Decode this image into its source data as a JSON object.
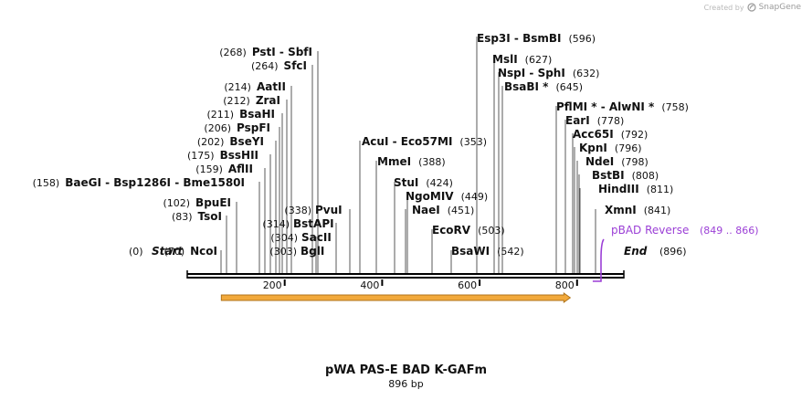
{
  "credit": {
    "prefix": "Created by",
    "brand": "SnapGene"
  },
  "map": {
    "title": "pWA PAS-E BAD K-GAFm",
    "length_label": "896 bp",
    "length": 896,
    "start_label": "Start",
    "start_pos": "(0)",
    "end_label": "End",
    "end_pos": "(896)",
    "ticks": [
      "200",
      "400",
      "600",
      "800"
    ],
    "tick_values": [
      200,
      400,
      600,
      800
    ],
    "feature_arrow": {
      "start": 70,
      "end": 786,
      "color": "#f2a93b",
      "direction": "forward"
    },
    "primer": {
      "name": "pBAD Reverse",
      "range": "(849 .. 866)",
      "start": 849,
      "end": 866,
      "color": "#9b3fd6"
    }
  },
  "sites": [
    {
      "name": "NcoI",
      "pos": 70,
      "pos_label": "(70)",
      "side": "left"
    },
    {
      "name": "TsoI",
      "pos": 83,
      "pos_label": "(83)",
      "side": "left"
    },
    {
      "name": "BpuEI",
      "pos": 102,
      "pos_label": "(102)",
      "side": "left"
    },
    {
      "name": "BaeGI  -  Bsp1286I  -  Bme1580I",
      "pos": 158,
      "pos_label": "(158)",
      "side": "left"
    },
    {
      "name": "AflII",
      "pos": 159,
      "pos_label": "(159)",
      "side": "left"
    },
    {
      "name": "BssHII",
      "pos": 175,
      "pos_label": "(175)",
      "side": "left"
    },
    {
      "name": "BseYI",
      "pos": 202,
      "pos_label": "(202)",
      "side": "left"
    },
    {
      "name": "PspFI",
      "pos": 206,
      "pos_label": "(206)",
      "side": "left"
    },
    {
      "name": "BsaHI",
      "pos": 211,
      "pos_label": "(211)",
      "side": "left"
    },
    {
      "name": "ZraI",
      "pos": 212,
      "pos_label": "(212)",
      "side": "left"
    },
    {
      "name": "AatII",
      "pos": 214,
      "pos_label": "(214)",
      "side": "left"
    },
    {
      "name": "SfcI",
      "pos": 264,
      "pos_label": "(264)",
      "side": "left"
    },
    {
      "name": "PstI  -  SbfI",
      "pos": 268,
      "pos_label": "(268)",
      "side": "left"
    },
    {
      "name": "BglI",
      "pos": 303,
      "pos_label": "(303)",
      "side": "left"
    },
    {
      "name": "SacII",
      "pos": 304,
      "pos_label": "(304)",
      "side": "left"
    },
    {
      "name": "BstAPI",
      "pos": 314,
      "pos_label": "(314)",
      "side": "left"
    },
    {
      "name": "PvuI",
      "pos": 338,
      "pos_label": "(338)",
      "side": "left"
    },
    {
      "name": "AcuI  -  Eco57MI",
      "pos": 353,
      "pos_label": "(353)",
      "side": "right"
    },
    {
      "name": "MmeI",
      "pos": 388,
      "pos_label": "(388)",
      "side": "right"
    },
    {
      "name": "StuI",
      "pos": 424,
      "pos_label": "(424)",
      "side": "right"
    },
    {
      "name": "NgoMIV",
      "pos": 449,
      "pos_label": "(449)",
      "side": "right"
    },
    {
      "name": "NaeI",
      "pos": 451,
      "pos_label": "(451)",
      "side": "right"
    },
    {
      "name": "EcoRV",
      "pos": 503,
      "pos_label": "(503)",
      "side": "right"
    },
    {
      "name": "BsaWI",
      "pos": 542,
      "pos_label": "(542)",
      "side": "right"
    },
    {
      "name": "Esp3I  -  BsmBI",
      "pos": 596,
      "pos_label": "(596)",
      "side": "right"
    },
    {
      "name": "MslI",
      "pos": 627,
      "pos_label": "(627)",
      "side": "right"
    },
    {
      "name": "NspI  -  SphI",
      "pos": 632,
      "pos_label": "(632)",
      "side": "right"
    },
    {
      "name": "BsaBI *",
      "pos": 645,
      "pos_label": "(645)",
      "side": "right"
    },
    {
      "name": "PflMI *  -  AlwNI *",
      "pos": 758,
      "pos_label": "(758)",
      "side": "right"
    },
    {
      "name": "EarI",
      "pos": 778,
      "pos_label": "(778)",
      "side": "right"
    },
    {
      "name": "Acc65I",
      "pos": 792,
      "pos_label": "(792)",
      "side": "right"
    },
    {
      "name": "KpnI",
      "pos": 796,
      "pos_label": "(796)",
      "side": "right"
    },
    {
      "name": "NdeI",
      "pos": 798,
      "pos_label": "(798)",
      "side": "right"
    },
    {
      "name": "BstBI",
      "pos": 808,
      "pos_label": "(808)",
      "side": "right"
    },
    {
      "name": "HindIII",
      "pos": 811,
      "pos_label": "(811)",
      "side": "right"
    },
    {
      "name": "XmnI",
      "pos": 841,
      "pos_label": "(841)",
      "side": "right"
    }
  ]
}
